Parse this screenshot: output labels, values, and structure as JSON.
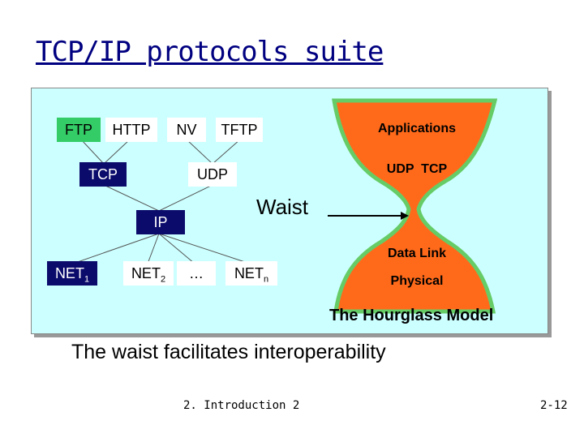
{
  "slide": {
    "title": "TCP/IP protocols suite",
    "subtitle": "The waist facilitates interoperability",
    "footer": "2. Introduction 2",
    "page_number": "2-12"
  },
  "diagram": {
    "app_protocols": [
      "FTP",
      "HTTP",
      "NV",
      "TFTP"
    ],
    "transport": [
      "TCP",
      "UDP"
    ],
    "network": "IP",
    "nets": {
      "net1": {
        "base": "NET",
        "sub": "1"
      },
      "net2": {
        "base": "NET",
        "sub": "2"
      },
      "ellipsis": "…",
      "netn": {
        "base": "NET",
        "sub": "n"
      }
    },
    "waist_label": "Waist"
  },
  "hourglass": {
    "top_label": "Applications",
    "mid_label": "UDP  TCP",
    "data_link_label": "Data Link",
    "physical_label": "Physical",
    "caption": "The Hourglass Model",
    "colors": {
      "fill": "#ff6a1a",
      "rim": "#66cc66",
      "panel": "#ccffff",
      "dark_box": "#0b0b6b",
      "green_box": "#33cc66"
    }
  }
}
